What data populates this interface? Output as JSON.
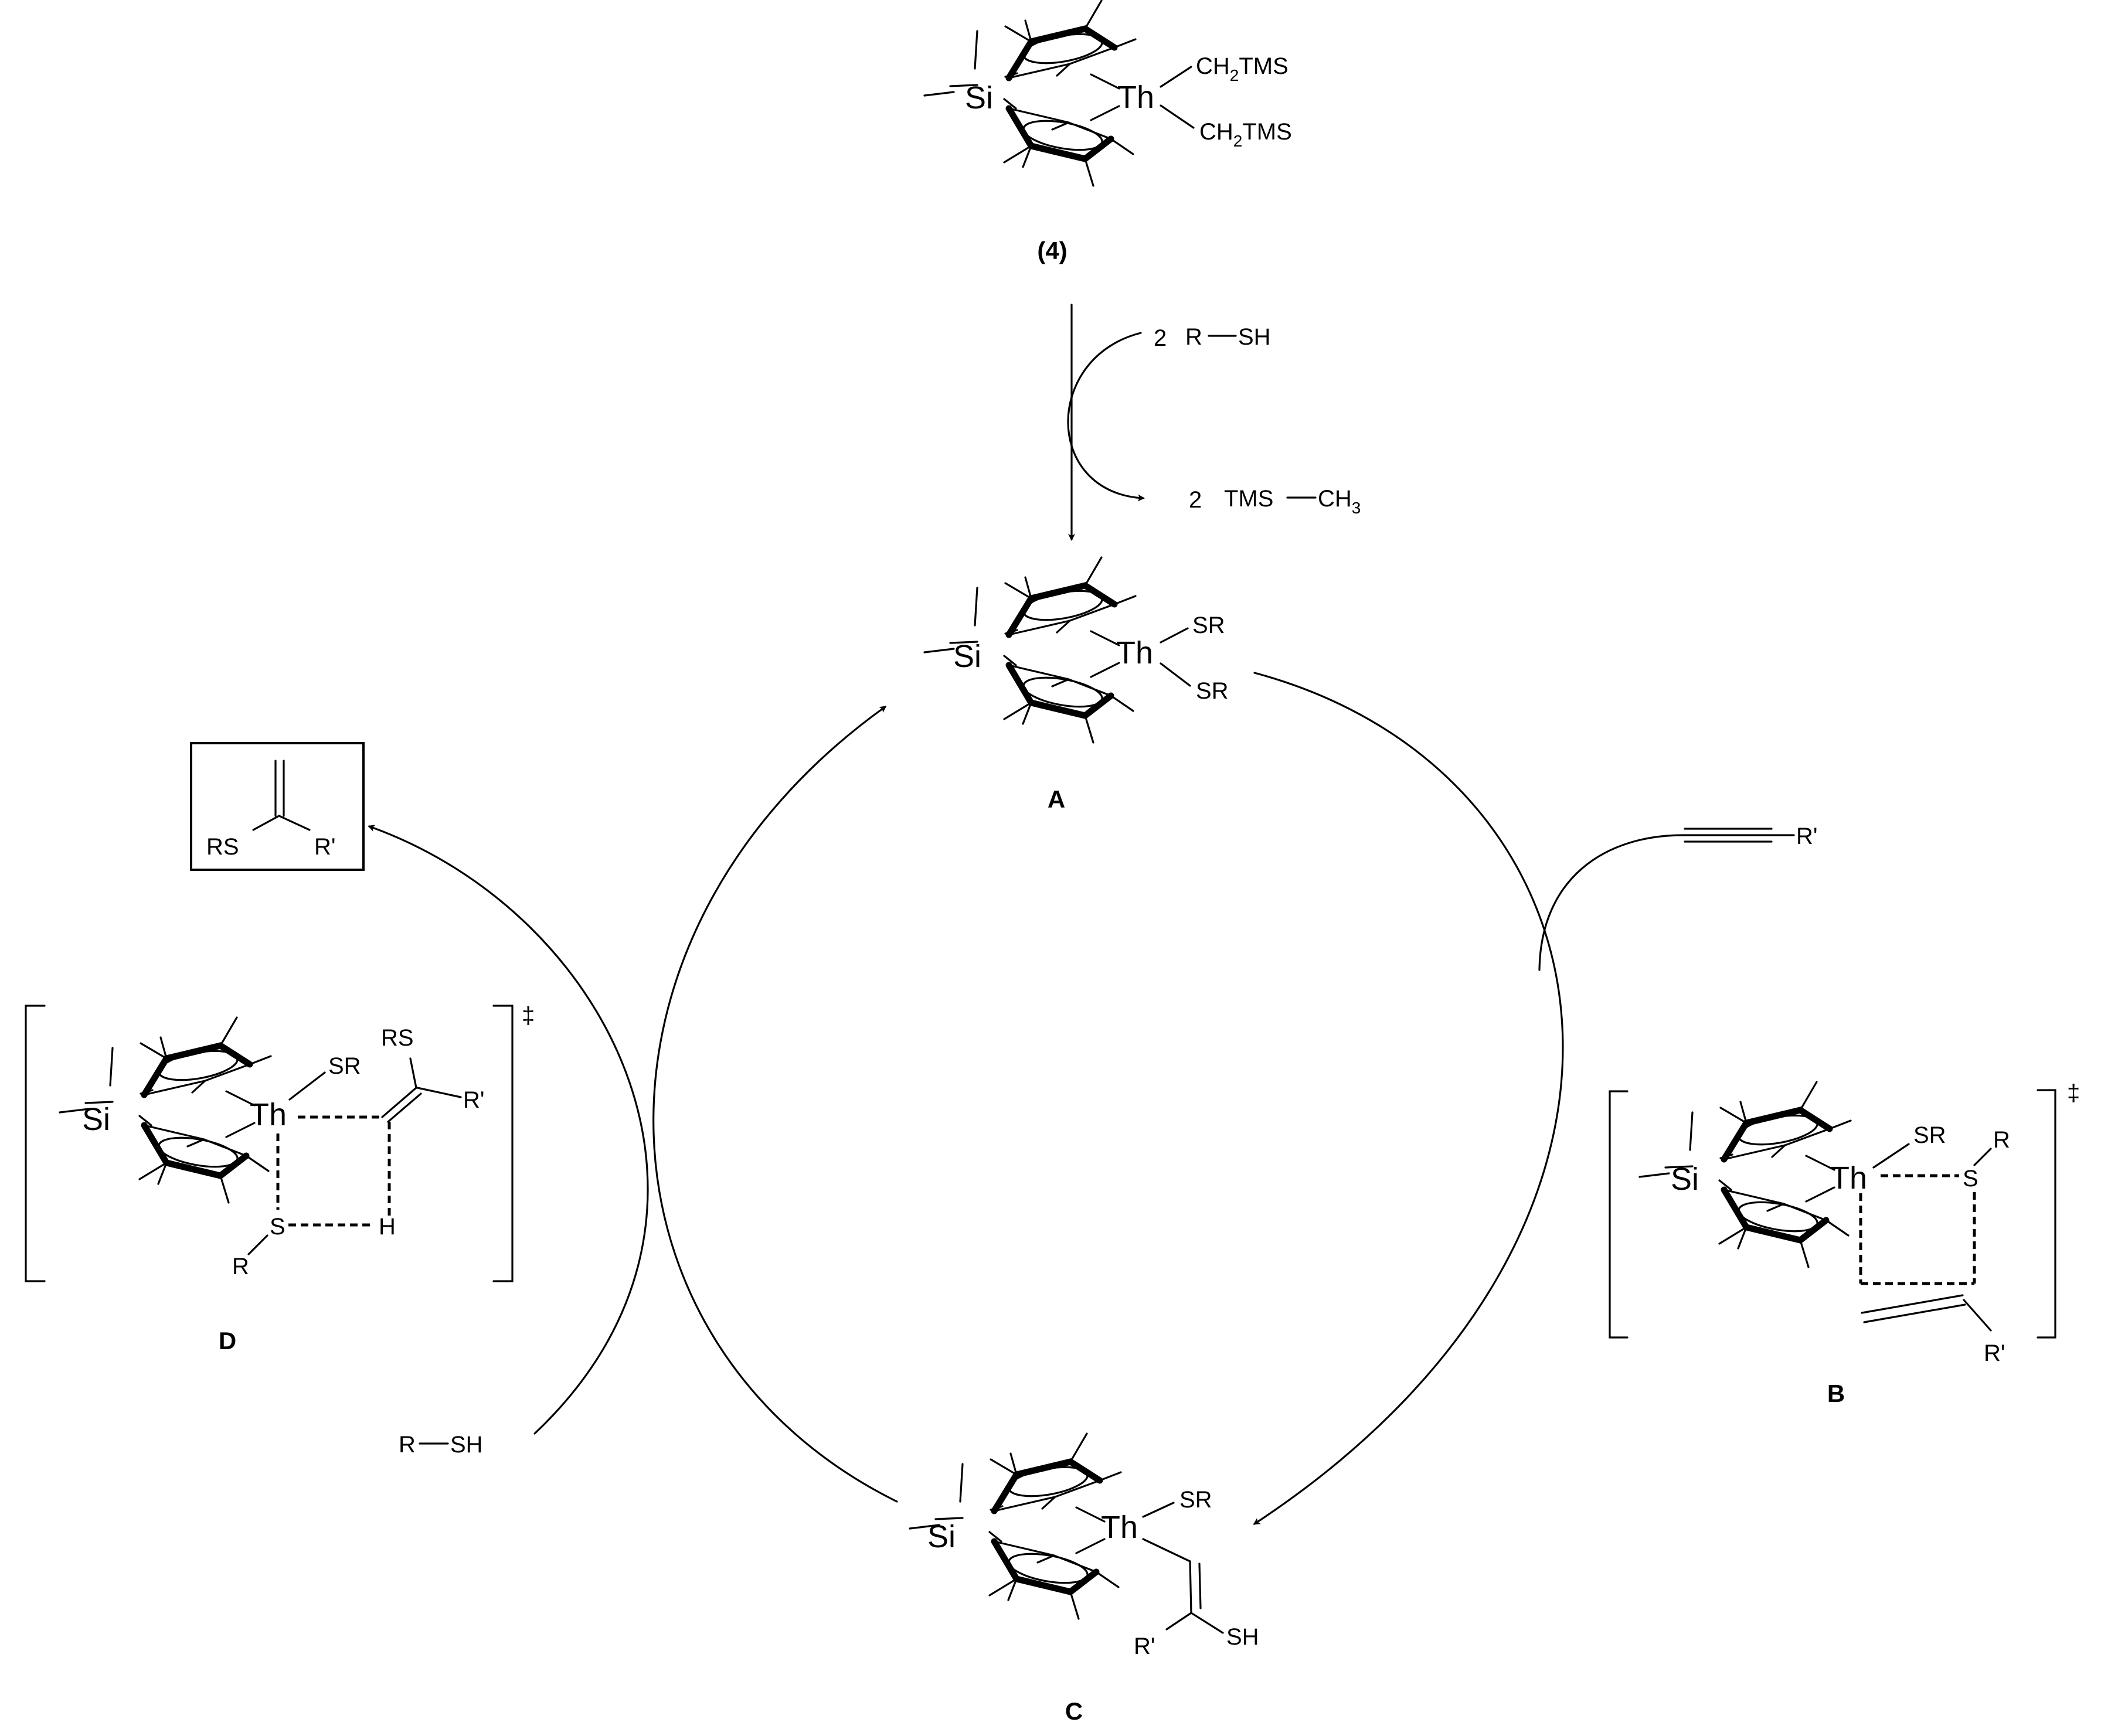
{
  "colors": {
    "ink": "#000000",
    "background": "#ffffff"
  },
  "reactions": {
    "reagent": {
      "coef": "2",
      "r": "R",
      "sh": "SH"
    },
    "byproduct": {
      "coef": "2",
      "tms": "TMS",
      "ch": "CH",
      "ch_sub": "3"
    },
    "alkyne_r": "R'",
    "rsh_r": "R",
    "rsh_sh": "SH"
  },
  "precatalyst": {
    "label": "(4)",
    "metal": "Th",
    "bridge": "Si",
    "ligand_ch": "CH",
    "ligand_sub": "2",
    "ligand_tms": "TMS"
  },
  "intermediates": {
    "A": {
      "label": "A",
      "metal": "Th",
      "bridge": "Si",
      "sr": "SR"
    },
    "B": {
      "label": "B",
      "metal": "Th",
      "bridge": "Si",
      "sr": "SR",
      "s": "S",
      "r": "R",
      "r_prime": "R'",
      "ts": "‡"
    },
    "C": {
      "label": "C",
      "metal": "Th",
      "bridge": "Si",
      "sr": "SR",
      "r_prime": "R'",
      "sh": "SH"
    },
    "D": {
      "label": "D",
      "metal": "Th",
      "bridge": "Si",
      "sr": "SR",
      "rs": "RS",
      "r_prime": "R'",
      "s": "S",
      "r": "R",
      "h": "H",
      "ts": "‡"
    }
  },
  "product": {
    "rs": "RS",
    "r_prime": "R'"
  },
  "icons": [
    "arrowhead",
    "metallocene",
    "dagger"
  ]
}
